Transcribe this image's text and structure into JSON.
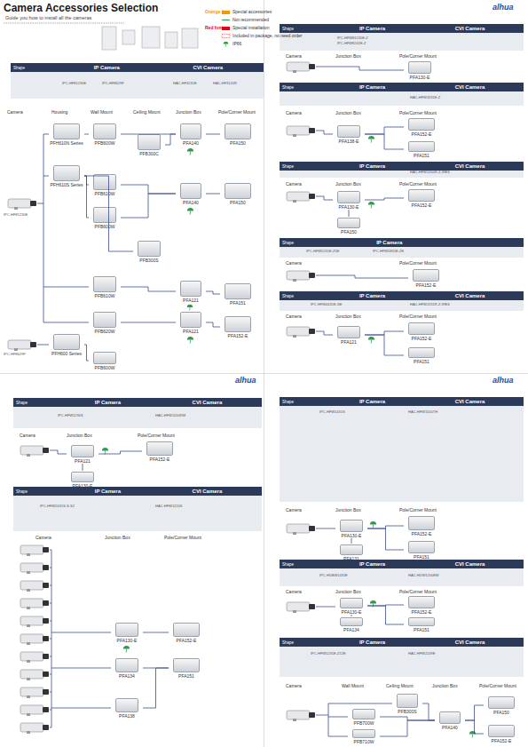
{
  "diagram": {
    "title": "Camera Accessories Selection",
    "nodes": [
      {
        "text": [
          "Shape",
          "IP Camera",
          "CVI Camera"
        ]
      },
      {
        "text": [
          "PFH610N Series"
        ]
      },
      {
        "text": [
          "PFB600W"
        ]
      },
      {
        "text": [
          "PFB300C"
        ]
      },
      {
        "text": [
          "PFA140"
        ]
      },
      {
        "text": [
          "PFA150"
        ]
      },
      {
        "text": [
          "PFH610S Series"
        ]
      },
      {
        "text": [
          "PFB610W"
        ]
      },
      {
        "text": [
          "PFB600W"
        ]
      },
      {
        "text": [
          "PFA140"
        ]
      },
      {
        "text": [
          "PFA150"
        ]
      },
      {
        "text": [
          "PFB300S"
        ]
      },
      {
        "text": [
          "PFB610W"
        ]
      },
      {
        "text": [
          "PFA121"
        ]
      },
      {
        "text": [
          "PFA151"
        ]
      },
      {
        "text": [
          "PFB620W"
        ]
      },
      {
        "text": [
          "PFA121"
        ]
      },
      {
        "text": [
          "PFA152-E"
        ]
      },
      {
        "text": [
          "PFH600 Series"
        ]
      },
      {
        "text": [
          "PFB600W"
        ]
      },
      {
        "text": [
          "Shape",
          "IP Camera",
          "CVI Camera"
        ]
      },
      {
        "text": [
          "PFA130-E"
        ]
      },
      {
        "text": [
          "Shape",
          "IP Camera",
          "CVI Camera"
        ]
      },
      {
        "text": [
          "PFA138-E"
        ]
      },
      {
        "text": [
          "PFA152-E"
        ]
      },
      {
        "text": [
          "PFA151"
        ]
      },
      {
        "text": [
          "Shape",
          "IP Camera",
          "CVI Camera"
        ]
      },
      {
        "text": [
          "PFA130-E"
        ]
      },
      {
        "text": [
          "PFA152-E"
        ]
      },
      {
        "text": [
          "PFA150"
        ]
      },
      {
        "text": [
          "Shape",
          "IP Camera"
        ]
      },
      {
        "text": [
          "PFA152-E"
        ]
      },
      {
        "text": [
          "Shape",
          "IP Camera",
          "CVI Camera"
        ]
      },
      {
        "text": [
          "PFA121"
        ]
      },
      {
        "text": [
          "PFA152-E"
        ]
      },
      {
        "text": [
          "PFA151"
        ]
      },
      {
        "text": [
          "Shape",
          "IP Camera",
          "CVI Camera"
        ]
      },
      {
        "text": [
          "PFA121"
        ]
      },
      {
        "text": [
          "PFA130-E"
        ]
      },
      {
        "text": [
          "PFA152-E"
        ]
      },
      {
        "text": [
          "Shape",
          "IP Camera",
          "CVI Camera"
        ]
      },
      {
        "text": [
          "PFA130-E"
        ]
      },
      {
        "text": [
          "PFA134"
        ]
      },
      {
        "text": [
          "PFA138"
        ]
      },
      {
        "text": [
          "PFA152-E"
        ]
      },
      {
        "text": [
          "PFA151"
        ]
      },
      {
        "text": [
          "Shape",
          "IP Camera",
          "CVI Camera"
        ]
      },
      {
        "text": [
          "PFA130-E"
        ]
      },
      {
        "text": [
          "PFA131"
        ]
      },
      {
        "text": [
          "PFA152-E"
        ]
      },
      {
        "text": [
          "PFA151"
        ]
      },
      {
        "text": [
          "Shape",
          "IP Camera",
          "CVI Camera"
        ]
      },
      {
        "text": [
          "PFA130-E"
        ]
      },
      {
        "text": [
          "PFA134"
        ]
      },
      {
        "text": [
          "PFA152-E"
        ]
      },
      {
        "text": [
          "PFA151"
        ]
      },
      {
        "text": [
          "Shape",
          "IP Camera",
          "CVI Camera"
        ]
      },
      {
        "text": [
          "PFB300S"
        ]
      },
      {
        "text": [
          "PFB700W"
        ]
      },
      {
        "text": [
          "PFB710W"
        ]
      },
      {
        "text": [
          "PFA140"
        ]
      },
      {
        "text": [
          "PFA150"
        ]
      },
      {
        "text": [
          "PFA152-E"
        ]
      }
    ],
    "edges": [
      {
        "from": 1,
        "to": 2,
        "arrow": "none"
      },
      {
        "from": 2,
        "to": 4,
        "arrow": "none"
      },
      {
        "from": 3,
        "to": 4,
        "arrow": "none"
      },
      {
        "from": 4,
        "to": 5,
        "arrow": "none"
      },
      {
        "from": 6,
        "to": 7,
        "arrow": "none"
      },
      {
        "from": 6,
        "to": 8,
        "arrow": "none"
      },
      {
        "from": 6,
        "to": 11,
        "arrow": "none"
      },
      {
        "from": 7,
        "to": 9,
        "arrow": "none"
      },
      {
        "from": 8,
        "to": 9,
        "arrow": "none"
      },
      {
        "from": 9,
        "to": 10,
        "arrow": "none"
      },
      {
        "from": 12,
        "to": 13,
        "arrow": "none"
      },
      {
        "from": 13,
        "to": 14,
        "arrow": "none"
      },
      {
        "from": 15,
        "to": 16,
        "arrow": "none"
      },
      {
        "from": 16,
        "to": 17,
        "arrow": "none"
      },
      {
        "from": 18,
        "to": 19,
        "arrow": "none"
      },
      {
        "from": 23,
        "to": 24,
        "arrow": "none"
      },
      {
        "from": 23,
        "to": 25,
        "arrow": "none"
      },
      {
        "from": 27,
        "to": 28,
        "arrow": "none"
      },
      {
        "from": 27,
        "to": 29,
        "arrow": "none"
      },
      {
        "from": 33,
        "to": 34,
        "arrow": "none"
      },
      {
        "from": 33,
        "to": 35,
        "arrow": "none"
      },
      {
        "from": 37,
        "to": 39,
        "arrow": "none"
      },
      {
        "from": 37,
        "to": 38,
        "arrow": "none"
      },
      {
        "from": 41,
        "to": 44,
        "arrow": "none"
      },
      {
        "from": 42,
        "to": 45,
        "arrow": "none"
      },
      {
        "from": 43,
        "to": 45,
        "arrow": "none"
      },
      {
        "from": 47,
        "to": 49,
        "arrow": "none"
      },
      {
        "from": 47,
        "to": 50,
        "arrow": "none"
      },
      {
        "from": 47,
        "to": 48,
        "arrow": "none"
      },
      {
        "from": 52,
        "to": 54,
        "arrow": "none"
      },
      {
        "from": 52,
        "to": 55,
        "arrow": "none"
      },
      {
        "from": 52,
        "to": 53,
        "arrow": "none"
      },
      {
        "from": 57,
        "to": 60,
        "arrow": "none"
      },
      {
        "from": 58,
        "to": 60,
        "arrow": "none"
      },
      {
        "from": 59,
        "to": 60,
        "arrow": "none"
      },
      {
        "from": 60,
        "to": 61,
        "arrow": "none"
      },
      {
        "from": 60,
        "to": 62,
        "arrow": "none"
      }
    ],
    "labels": [
      "Orange font",
      "Red font",
      "Camera",
      "Housing",
      "Wall Mount",
      "Ceiling Mount",
      "Junction Box",
      "Pole/Corner Mount",
      "IPC-HF81230E",
      "IPC-HF8629F",
      "IPC-HF81230E",
      "IPC-HF8629F",
      "HAC-HF3231E",
      "HAC-HF3120R",
      "Camera",
      "Junction Box",
      "Pole/Corner Mount",
      "IPC-HFW81230E-Z",
      "IPC-HFW8242E-Z",
      "Camera",
      "Junction Box",
      "Pole/Corner Mount",
      "HAC-HFW3231E-Z",
      "Camera",
      "Junction Box",
      "Pole/Corner Mount",
      "HAC-HFW1200R-Z-IRE6",
      "Camera",
      "Pole/Corner Mount",
      "IPC-HFW5231E-Z5E",
      "IPC-HFW5831E-ZE",
      "Camera",
      "Junction Box",
      "Pole/Corner Mount",
      "IPC-HFW4431E-SE",
      "HAC-HFW2231R-Z-IRE6",
      "Camera",
      "Junction Box",
      "Pole/Corner Mount",
      "IPC-HFW1230S",
      "HAC-HFW1200RM",
      "Camera",
      "Junction Box",
      "Pole/Corner Mount",
      "IPC-HFW2431S-S-S2",
      "HAC-HFW1220S",
      "Camera",
      "Junction Box",
      "Pole/Corner Mount",
      "IPC-HFW1431S",
      "HAC-HFW1500TH",
      "Camera",
      "Junction Box",
      "Pole/Corner Mount",
      "IPC-HDBW1431E",
      "HAC-HDW1200EM",
      "Camera",
      "Wall Mount",
      "Ceiling Mount",
      "Junction Box",
      "Pole/Corner Mount",
      "IPC-HFW5231E-Z12E",
      "HAC-HFW2249E",
      "alhua",
      "alhua",
      "alhua",
      "Guide you how to install all the cameras"
    ],
    "legend": [
      {
        "text": "Special accessories",
        "color": "#f39800"
      },
      {
        "text": "Not recommended"
      },
      {
        "text": "Special installation",
        "color": "#e60012"
      },
      {
        "text": "Included in package, no need order"
      },
      {
        "text": "IP66"
      }
    ]
  }
}
